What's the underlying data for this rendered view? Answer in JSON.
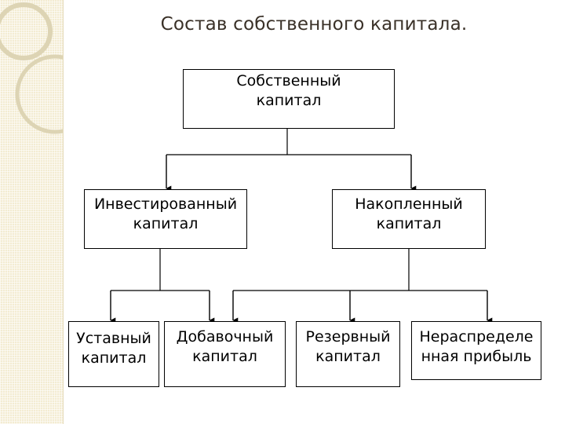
{
  "title": "Состав собственного капитала.",
  "colors": {
    "strip_background": "#f3ecd2",
    "strip_circles": "#ddd4b4",
    "title_text": "#3a3128",
    "box_border": "#000000",
    "connector": "#000000"
  },
  "nodes": {
    "equity": "Собственный\nкапитал",
    "invested": "Инвестированный\nкапитал",
    "accumulated": "Накопленный\nкапитал",
    "charter": "Уставный\nкапитал",
    "additional": "Добавочный\nкапитал",
    "reserve": "Резервный\nкапитал",
    "retained": "Нераспределе\nнная прибыль"
  },
  "edges": [
    {
      "from": "equity",
      "to": "invested"
    },
    {
      "from": "equity",
      "to": "accumulated"
    },
    {
      "from": "invested",
      "to": "charter"
    },
    {
      "from": "invested",
      "to": "additional"
    },
    {
      "from": "accumulated",
      "to": "additional"
    },
    {
      "from": "accumulated",
      "to": "reserve"
    },
    {
      "from": "accumulated",
      "to": "retained"
    }
  ]
}
